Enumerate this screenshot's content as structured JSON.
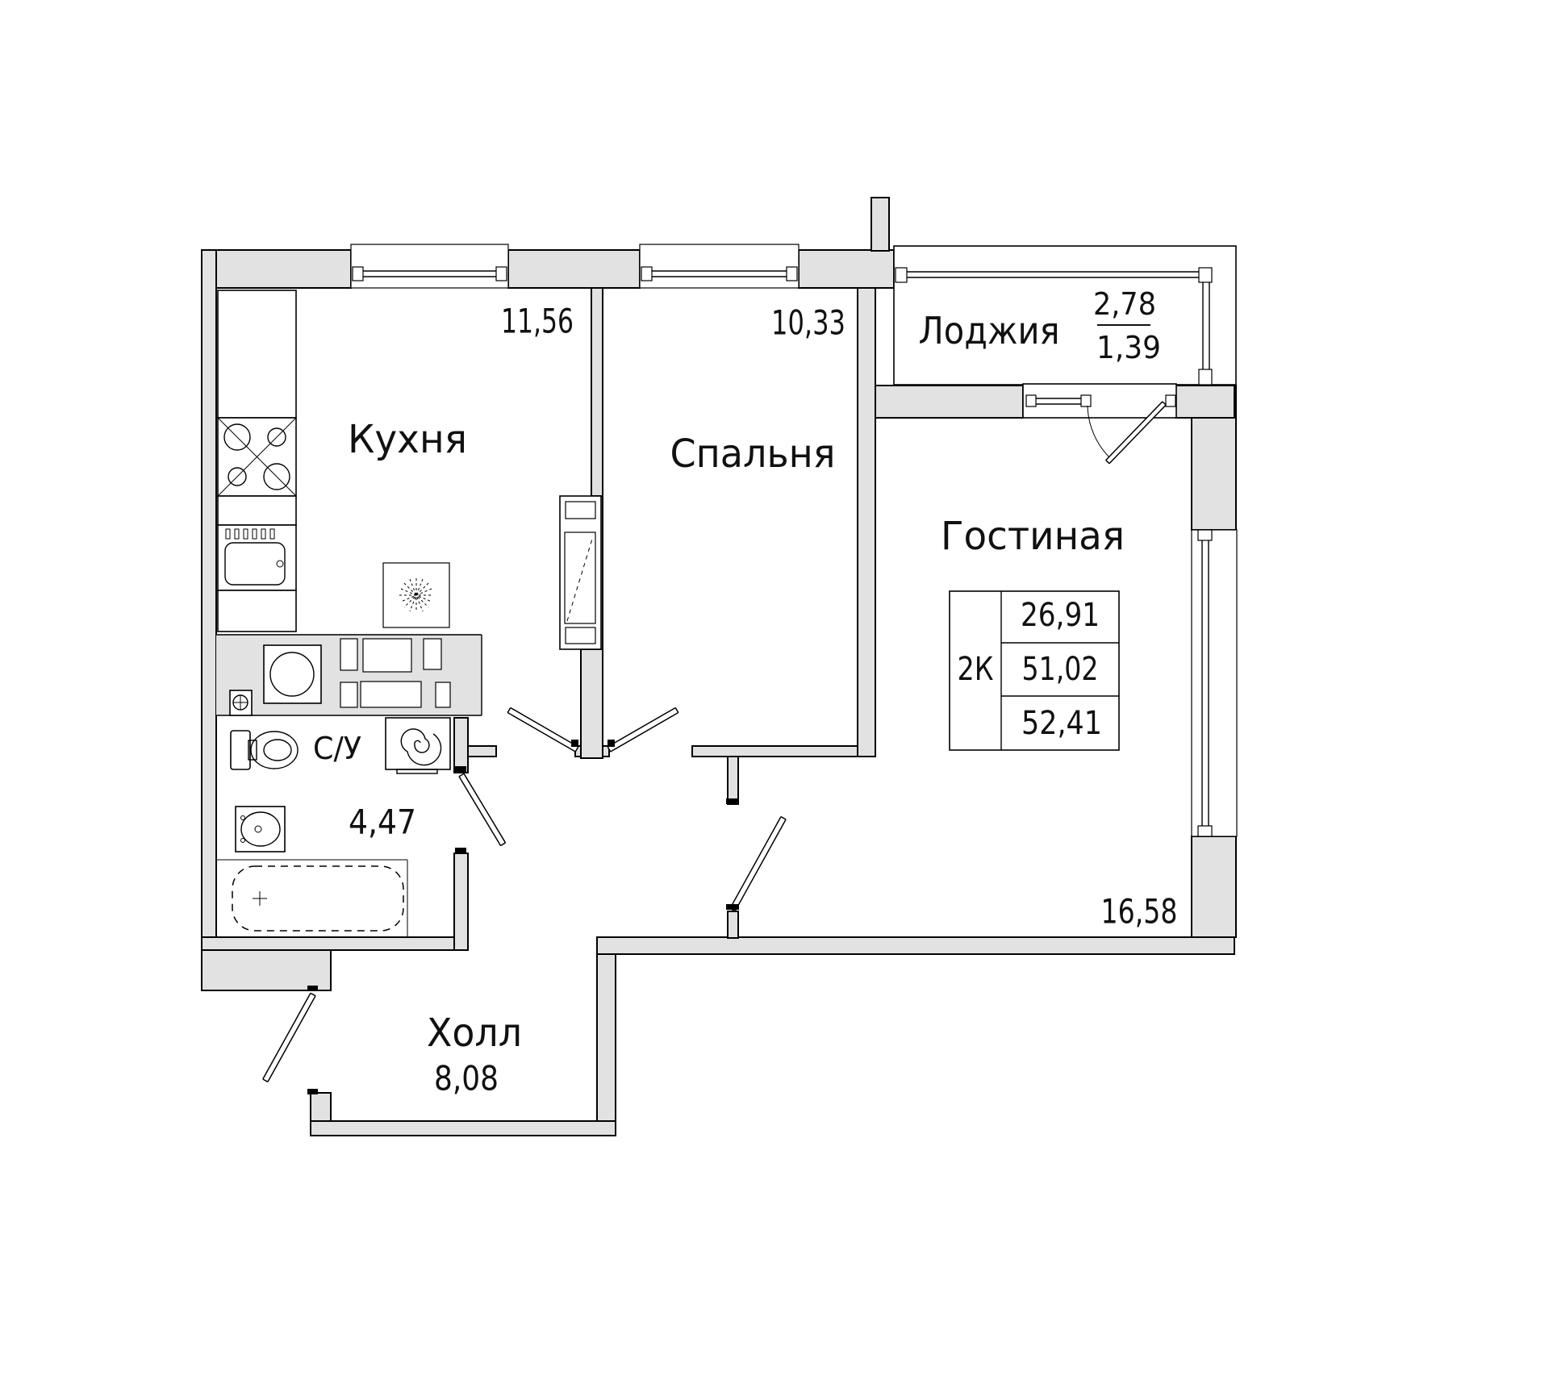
{
  "document": {
    "kind": "apartment floor plan",
    "language": "ru"
  },
  "colors": {
    "background": "#ffffff",
    "wall_fill": "#e2e2e2",
    "line": "#000000",
    "text": "#111111"
  },
  "rooms": {
    "kitchen": {
      "name": "Кухня",
      "area": "11,56"
    },
    "bedroom": {
      "name": "Спальня",
      "area": "10,33"
    },
    "living": {
      "name": "Гостиная",
      "area": "16,58"
    },
    "loggia": {
      "name": "Лоджия",
      "area_full": "2,78",
      "area_counted": "1,39"
    },
    "bathroom": {
      "name": "С/У",
      "area": "4,47"
    },
    "hall": {
      "name": "Холл",
      "area": "8,08"
    }
  },
  "info_table": {
    "unit_type": "2К",
    "rows": [
      "26,91",
      "51,02",
      "52,41"
    ]
  }
}
